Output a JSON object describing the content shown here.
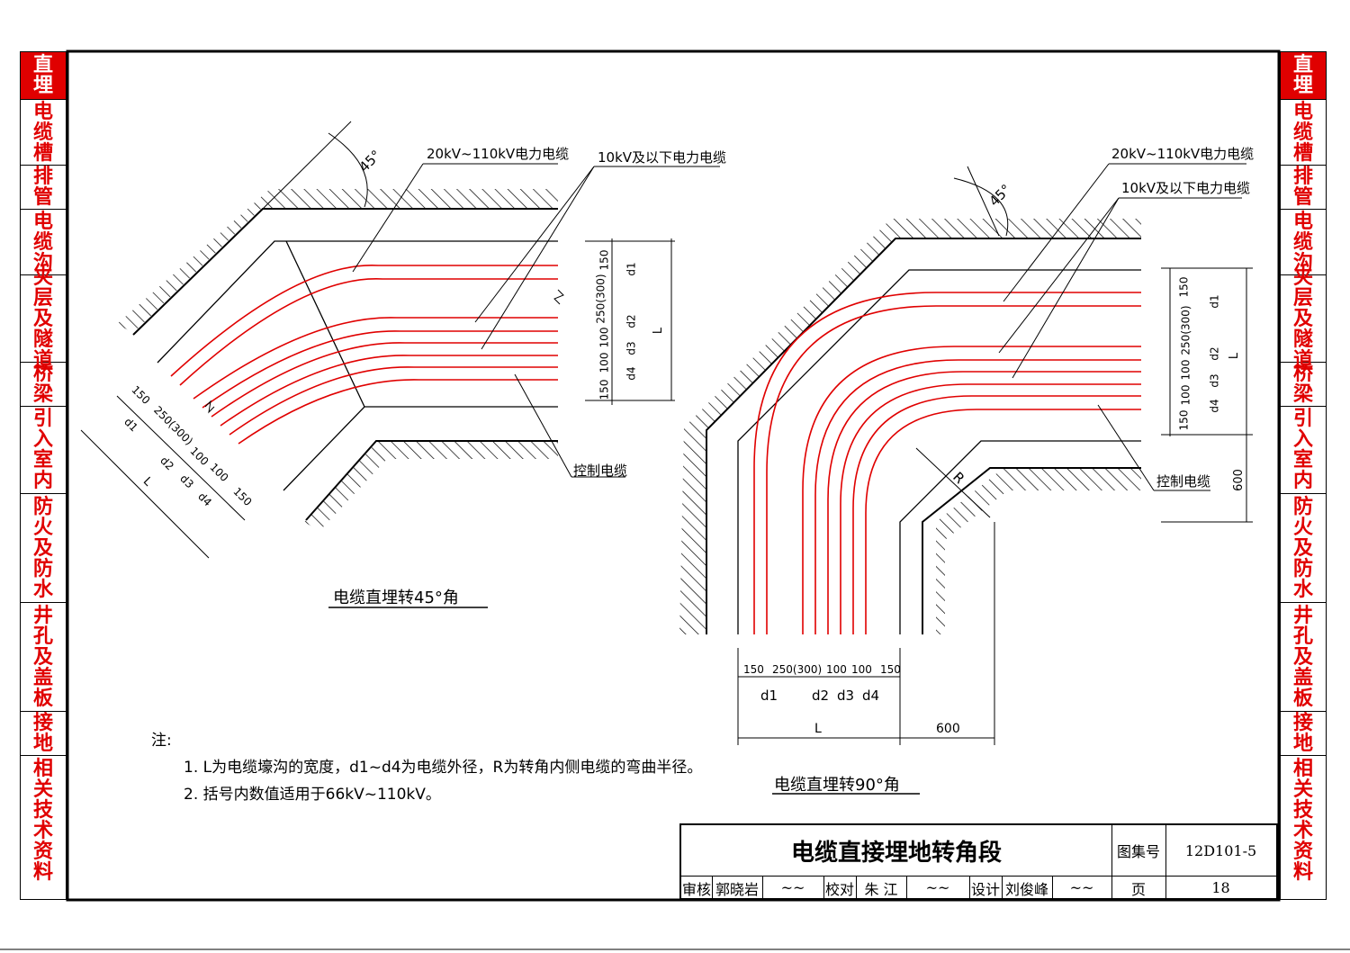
{
  "sidebar": {
    "items": [
      {
        "label": "直埋",
        "active": true
      },
      {
        "label": "电缆槽",
        "active": false
      },
      {
        "label": "排管",
        "active": false
      },
      {
        "label": "电缆沟",
        "active": false
      },
      {
        "label": "夹层及隧道",
        "active": false
      },
      {
        "label": "桥梁",
        "active": false
      },
      {
        "label": "引入室内",
        "active": false
      },
      {
        "label": "防火及防水",
        "active": false
      },
      {
        "label": "井孔及盖板",
        "active": false
      },
      {
        "label": "接地",
        "active": false
      },
      {
        "label": "相关技术资料",
        "active": false
      }
    ],
    "colors": {
      "accent": "#e00000"
    }
  },
  "figure45": {
    "title": "电缆直埋转45°角",
    "angle_label": "45°",
    "label_hv": "20kV~110kV电力电缆",
    "label_lv": "10kV及以下电力电缆",
    "label_ctrl": "控制电缆",
    "dims": {
      "a": "150",
      "b": "250(300)",
      "c": "100",
      "d": "100",
      "e": "150"
    },
    "names": {
      "d1": "d1",
      "d2": "d2",
      "d3": "d3",
      "d4": "d4",
      "L": "L"
    }
  },
  "figure90": {
    "title": "电缆直埋转90°角",
    "angle_label": "45°",
    "label_hv": "20kV~110kV电力电缆",
    "label_lv": "10kV及以下电力电缆",
    "label_ctrl": "控制电缆",
    "radius": "R",
    "dims": {
      "a": "150",
      "b": "250(300)",
      "c": "100",
      "d": "100",
      "e": "150",
      "gap": "600"
    },
    "names": {
      "d1": "d1",
      "d2": "d2",
      "d3": "d3",
      "d4": "d4",
      "L": "L"
    }
  },
  "notes": {
    "heading": "注:",
    "items": [
      "1. L为电缆壕沟的宽度，d1~d4为电缆外径，R为转角内侧电缆的弯曲半径。",
      "2. 括号内数值适用于66kV~110kV。"
    ]
  },
  "title_block": {
    "title": "电缆直接埋地转角段",
    "atlas_label": "图集号",
    "atlas_no": "12D101-5",
    "review_label": "审核",
    "reviewer": "郭晓岩",
    "check_label": "校对",
    "checker": "朱  江",
    "design_label": "设计",
    "designer": "刘俊峰",
    "page_label": "页",
    "page_no": "18"
  },
  "colors": {
    "cable": "#e00000",
    "line": "#000000"
  }
}
